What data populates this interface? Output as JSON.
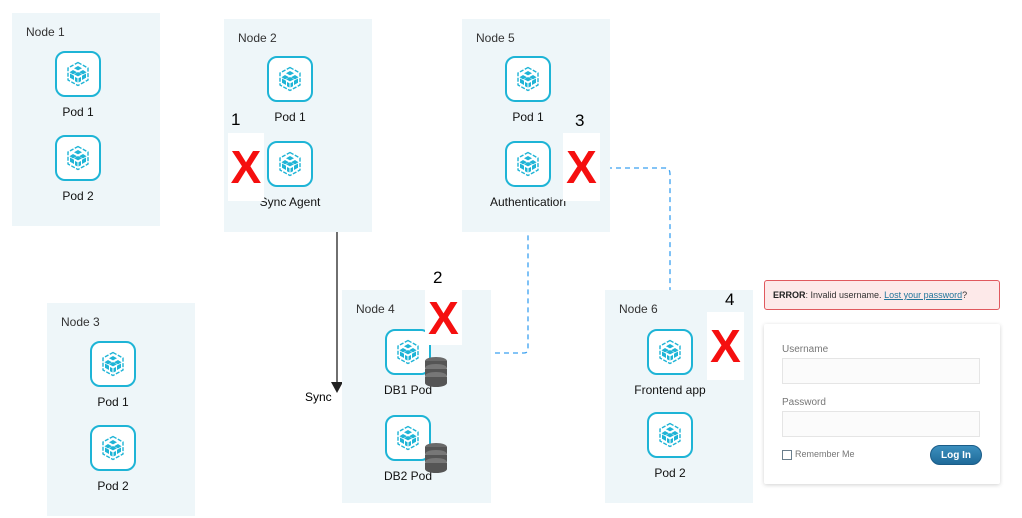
{
  "nodes": [
    {
      "id": "node1",
      "title": "Node 1",
      "pods": [
        "Pod 1",
        "Pod 2"
      ]
    },
    {
      "id": "node2",
      "title": "Node 2",
      "pods": [
        "Pod 1",
        "Sync Agent"
      ]
    },
    {
      "id": "node3",
      "title": "Node 3",
      "pods": [
        "Pod 1",
        "Pod 2"
      ]
    },
    {
      "id": "node4",
      "title": "Node 4",
      "pods": [
        "DB1 Pod",
        "DB2 Pod"
      ]
    },
    {
      "id": "node5",
      "title": "Node 5",
      "pods": [
        "Pod 1",
        "Authentication"
      ]
    },
    {
      "id": "node6",
      "title": "Node 6",
      "pods": [
        "Frontend app",
        "Pod 2"
      ]
    }
  ],
  "failures": [
    {
      "number": "1",
      "mark": "X",
      "target": "Sync Agent"
    },
    {
      "number": "2",
      "mark": "X",
      "target": "DB1 Pod"
    },
    {
      "number": "3",
      "mark": "X",
      "target": "Authentication"
    },
    {
      "number": "4",
      "mark": "X",
      "target": "Frontend app"
    }
  ],
  "connections": {
    "sync_label": "Sync"
  },
  "colors": {
    "node_bg": "#eef6f9",
    "pod_accent": "#1eb4d6",
    "failure_red": "#f50f0f",
    "auth_flow": "#3aa0f0",
    "replication_flow": "#b5b5b5",
    "sync_flow": "#222222"
  },
  "login": {
    "error_prefix": "ERROR",
    "error_text": ": Invalid username. ",
    "error_link": "Lost your password",
    "error_suffix": "?",
    "username_label": "Username",
    "username_value": "",
    "password_label": "Password",
    "password_value": "",
    "remember_label": "Remember Me",
    "remember_checked": false,
    "submit_label": "Log In"
  }
}
